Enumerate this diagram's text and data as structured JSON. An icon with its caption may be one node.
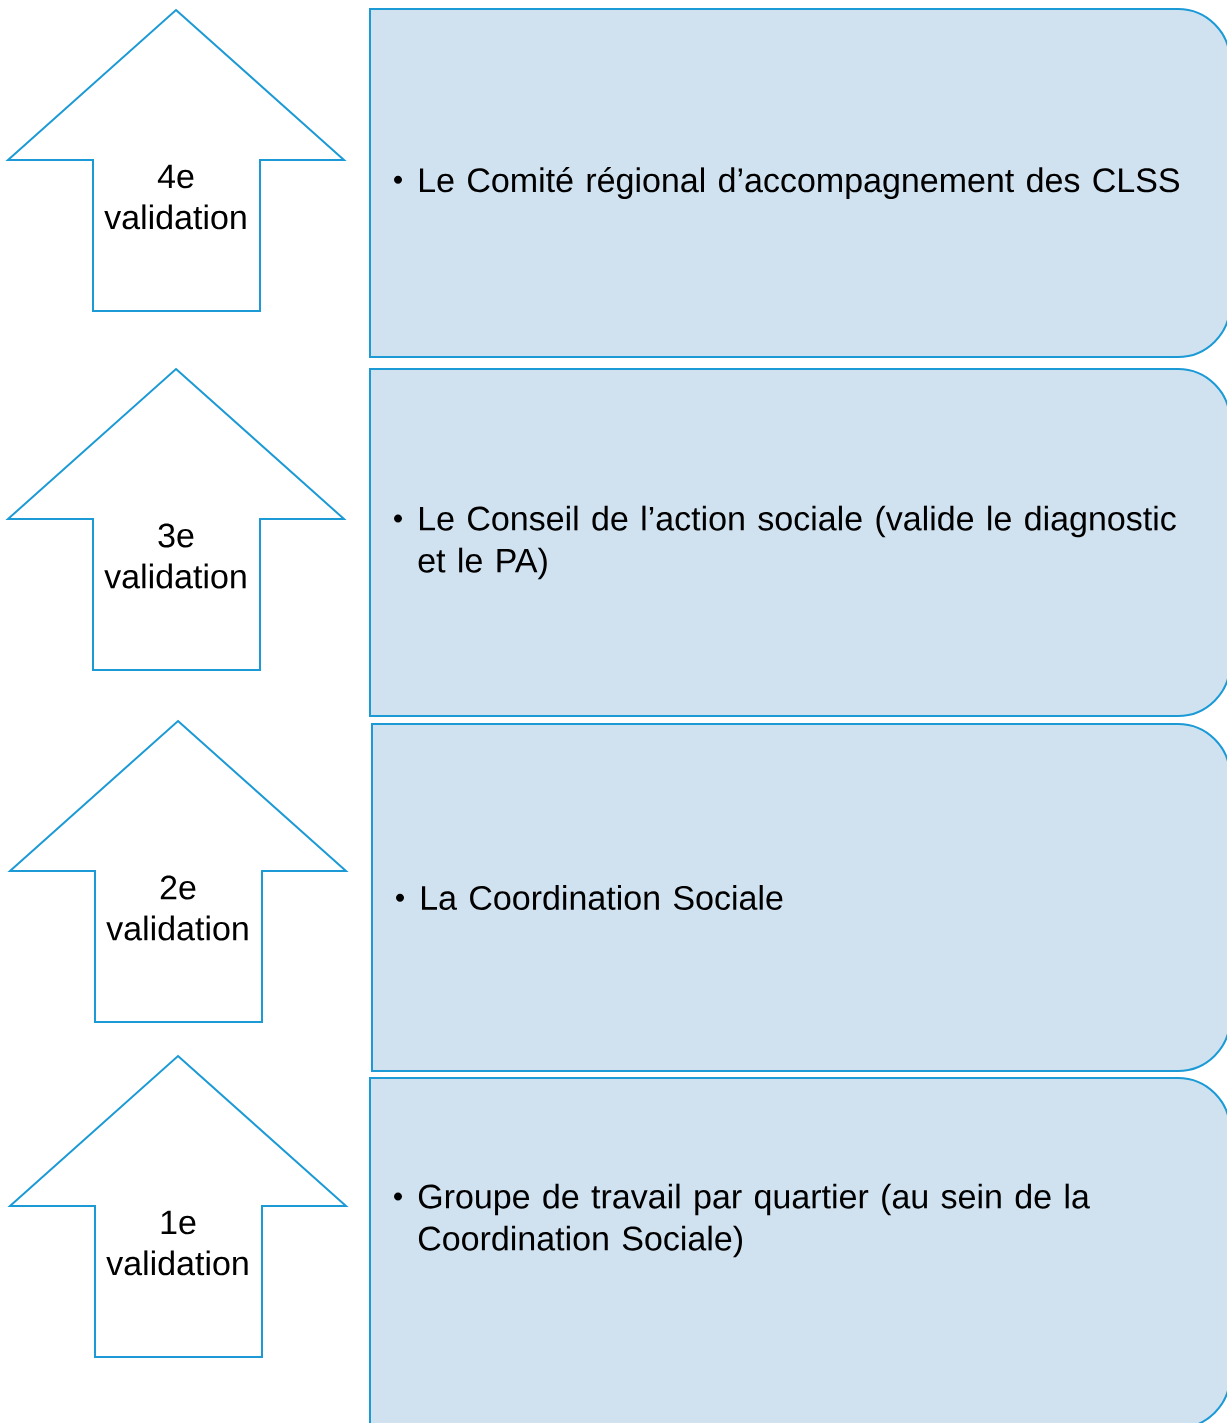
{
  "diagram": {
    "nodes": [
      {
        "text": [
          "4e validation"
        ]
      },
      {
        "text": [
          "Le Comité régional d’accompagnement des CLSS"
        ]
      },
      {
        "text": [
          "3e validation"
        ]
      },
      {
        "text": [
          "Le Conseil de l’action sociale (valide le diagnostic et le PA)"
        ]
      },
      {
        "text": [
          "2e validation"
        ]
      },
      {
        "text": [
          "La Coordination Sociale"
        ]
      },
      {
        "text": [
          "1e validation"
        ]
      },
      {
        "text": [
          "Groupe de travail par quartier (au sein de la Coordination Sociale)"
        ]
      }
    ]
  }
}
